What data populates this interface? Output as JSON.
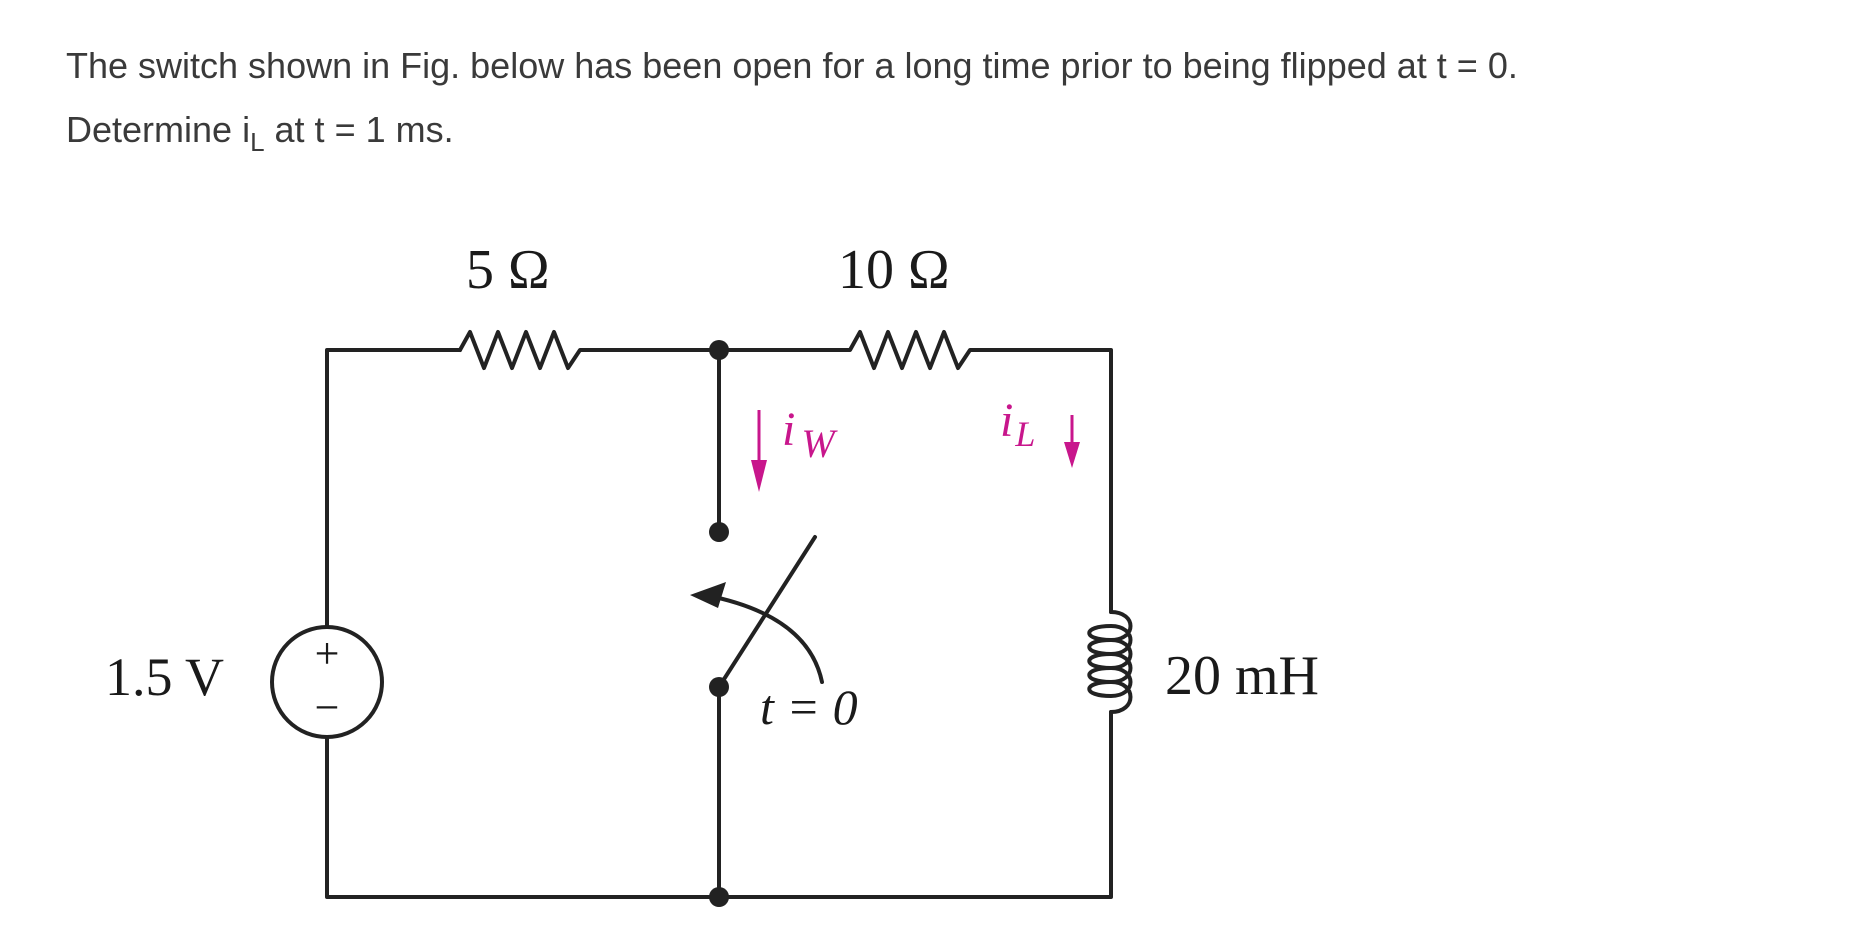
{
  "problem": {
    "line1": "The switch shown in Fig. below has been open for a long time prior to being flipped at t = 0.",
    "line2_prefix": "Determine i",
    "line2_sub": "L",
    "line2_suffix": " at t = 1 ms."
  },
  "circuit": {
    "source_label": "1.5 V",
    "source_plus": "+",
    "source_minus": "−",
    "r1_label": "5 Ω",
    "r2_label": "10 Ω",
    "inductor_label": "20 mH",
    "switch_time_label": "t = 0",
    "iw_label_main": "i",
    "iw_label_sub": "W",
    "il_label_main": "i",
    "il_label_sub": "L",
    "wire_color": "#222222",
    "current_arrow_color": "#c8168c"
  }
}
